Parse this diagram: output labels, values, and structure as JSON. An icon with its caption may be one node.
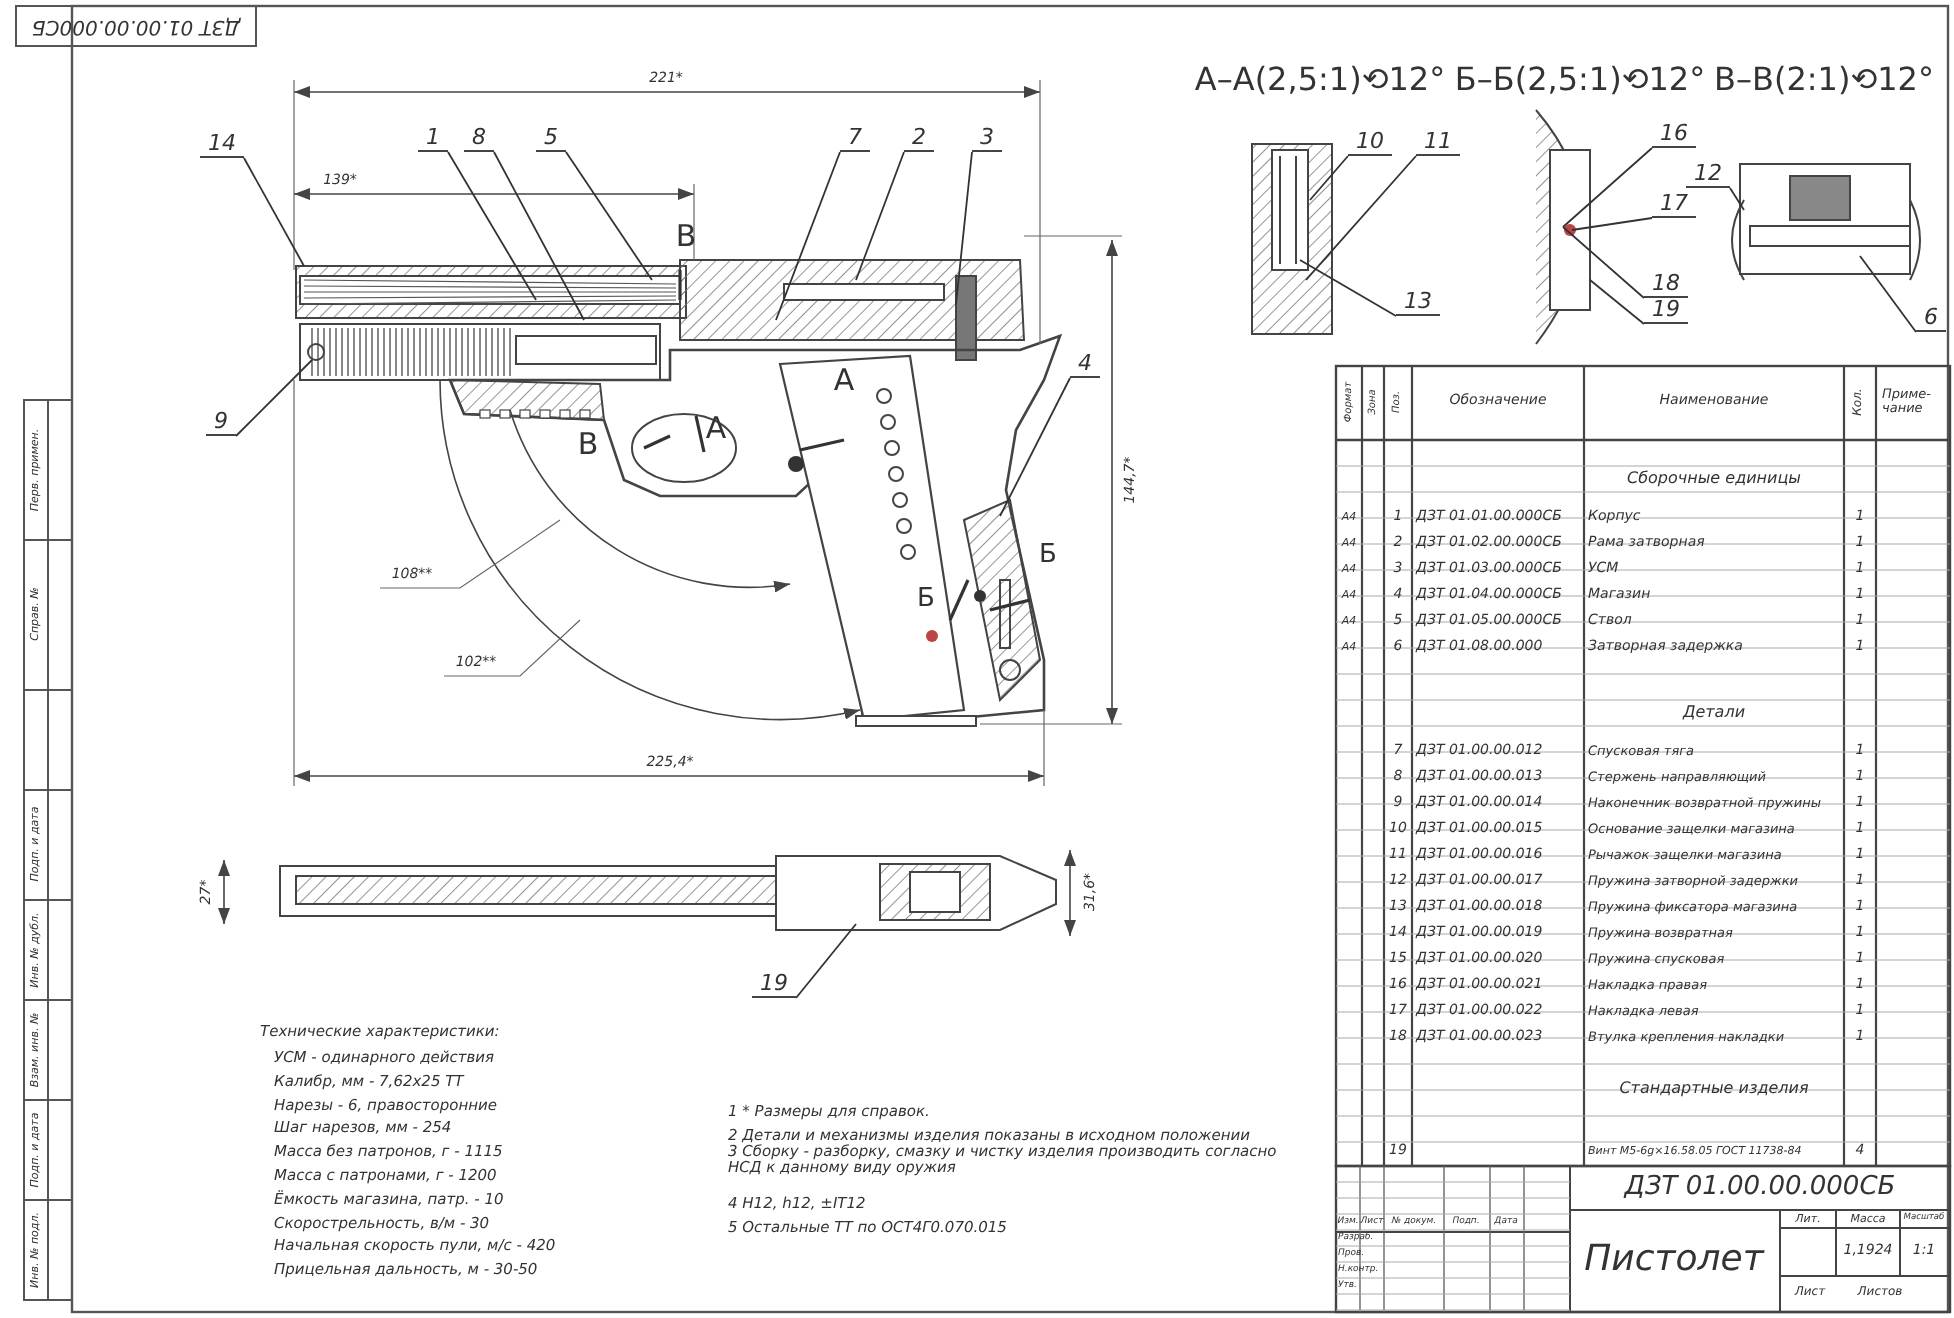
{
  "diagram": {
    "nodes": [
      {
        "text": [
          "14"
        ]
      },
      {
        "text": [
          "1"
        ]
      },
      {
        "text": [
          "8"
        ]
      },
      {
        "text": [
          "5"
        ]
      },
      {
        "text": [
          "7"
        ]
      },
      {
        "text": [
          "2"
        ]
      },
      {
        "text": [
          "3"
        ]
      },
      {
        "text": [
          "10"
        ]
      },
      {
        "text": [
          "11"
        ]
      },
      {
        "text": [
          "16"
        ]
      },
      {
        "text": [
          "12"
        ]
      },
      {
        "text": [
          "17"
        ]
      },
      {
        "text": [
          "13"
        ]
      },
      {
        "text": [
          "18"
        ]
      },
      {
        "text": [
          "19"
        ]
      },
      {
        "text": [
          "6"
        ]
      },
      {
        "text": [
          "4"
        ]
      },
      {
        "text": [
          "9"
        ]
      },
      {
        "text": [
          "19"
        ]
      },
      {
        "text": [],
        "shape": "picture"
      },
      {
        "text": [],
        "shape": "picture"
      },
      {
        "text": [],
        "shape": "picture"
      },
      {
        "text": [],
        "shape": "picture"
      },
      {
        "text": [],
        "shape": "picture"
      }
    ],
    "edges": [
      {
        "from": 0,
        "to": 19,
        "arrow": "none"
      },
      {
        "from": 1,
        "to": 19,
        "arrow": "none"
      },
      {
        "from": 2,
        "to": 19,
        "arrow": "none"
      },
      {
        "from": 3,
        "to": 19,
        "arrow": "none"
      },
      {
        "from": 4,
        "to": 19,
        "arrow": "none"
      },
      {
        "from": 5,
        "to": 19,
        "arrow": "none"
      },
      {
        "from": 6,
        "to": 19,
        "arrow": "none"
      },
      {
        "from": 7,
        "to": 20,
        "arrow": "none"
      },
      {
        "from": 8,
        "to": 20,
        "arrow": "none"
      },
      {
        "from": 9,
        "to": 21,
        "arrow": "none"
      },
      {
        "from": 10,
        "to": 22,
        "arrow": "none"
      },
      {
        "from": 11,
        "to": 21,
        "arrow": "none"
      },
      {
        "from": 12,
        "to": 20,
        "arrow": "none"
      },
      {
        "from": 13,
        "to": 21,
        "arrow": "none"
      },
      {
        "from": 14,
        "to": 21,
        "arrow": "none"
      },
      {
        "from": 15,
        "to": 22,
        "arrow": "none"
      },
      {
        "from": 16,
        "to": 19,
        "arrow": "none"
      },
      {
        "from": 17,
        "to": 19,
        "arrow": "none"
      },
      {
        "from": 18,
        "to": 23,
        "arrow": "none"
      }
    ],
    "labels": [
      "ДЗТ 01.00.00.000СБ",
      "221*",
      "139*",
      "В",
      "В",
      "А",
      "А",
      "Б",
      "Б",
      "144,7*",
      "108**",
      "102**",
      "225,4*",
      "А–А(2,5:1)⟲12°",
      "Б–Б(2,5:1)⟲12°",
      "В–В(2:1)⟲12°",
      "27*",
      "31,6*",
      "Технические характеристики:",
      "УСМ - одинарного действия",
      "Калибр, мм - 7,62х25 ТТ",
      "Нарезы - 6, правосторонние",
      "Шаг нарезов, мм - 254",
      "Масса без патронов, г - 1115",
      "Масса с патронами, г - 1200",
      "Ёмкость магазина, патр. - 10",
      "Скорострельность, в/м - 30",
      "Начальная скорость пули, м/с - 420",
      "Прицельная дальность, м - 30-50",
      "1 * Размеры для справок.",
      "2 Детали и механизмы изделия показаны в исходном положении",
      "3 Сборку - разборку, смазку и чистку изделия производить согласно НСД к данному виду оружия",
      "4 Н12, h12, ±IT12",
      "5 Остальные ТТ по ОСТ4Г0.070.015",
      "Перв. примен.",
      "Справ. №",
      "Подп. и дата",
      "Инв. № дубл.",
      "Взам. инв. №",
      "Подп. и дата",
      "Инв. № подл.",
      "Формат",
      "Зона",
      "Поз.",
      "Обозначение",
      "Наименование",
      "Кол.",
      "Приме- чание",
      "Сборочные единицы",
      "А4",
      "1",
      "ДЗТ 01.01.00.000СБ",
      "Корпус",
      "1",
      "А4",
      "2",
      "ДЗТ 01.02.00.000СБ",
      "Рама затворная",
      "1",
      "А4",
      "3",
      "ДЗТ 01.03.00.000СБ",
      "УСМ",
      "1",
      "А4",
      "4",
      "ДЗТ 01.04.00.000СБ",
      "Магазин",
      "1",
      "А4",
      "5",
      "ДЗТ 01.05.00.000СБ",
      "Ствол",
      "1",
      "А4",
      "6",
      "ДЗТ 01.08.00.000",
      "Затворная задержка",
      "1",
      "Детали",
      "7",
      "ДЗТ 01.00.00.012",
      "Спусковая тяга",
      "1",
      "8",
      "ДЗТ 01.00.00.013",
      "Стержень направляющий",
      "1",
      "9",
      "ДЗТ 01.00.00.014",
      "Наконечник возвратной пружины",
      "1",
      "10",
      "ДЗТ 01.00.00.015",
      "Основание защелки магазина",
      "1",
      "11",
      "ДЗТ 01.00.00.016",
      "Рычажок защелки магазина",
      "1",
      "12",
      "ДЗТ 01.00.00.017",
      "Пружина затворной задержки",
      "1",
      "13",
      "ДЗТ 01.00.00.018",
      "Пружина фиксатора магазина",
      "1",
      "14",
      "ДЗТ 01.00.00.019",
      "Пружина возвратная",
      "1",
      "15",
      "ДЗТ 01.00.00.020",
      "Пружина спусковая",
      "1",
      "16",
      "ДЗТ 01.00.00.021",
      "Накладка правая",
      "1",
      "17",
      "ДЗТ 01.00.00.022",
      "Накладка левая",
      "1",
      "18",
      "ДЗТ 01.00.00.023",
      "Втулка крепления накладки",
      "1",
      "Стандартные изделия",
      "19",
      "Винт М5-6g×16.58.05 ГОСТ 11738-84",
      "4",
      "ДЗТ 01.00.00.000СБ",
      "Пистолет",
      "Лит.",
      "Масса",
      "Масштаб",
      "1,1924",
      "1:1",
      "Лист",
      "Листов",
      "Изм.",
      "Лист",
      "№ докум.",
      "Подп.",
      "Дата",
      "Разраб.",
      "Пров.",
      "Н.контр.",
      "Утв."
    ]
  }
}
